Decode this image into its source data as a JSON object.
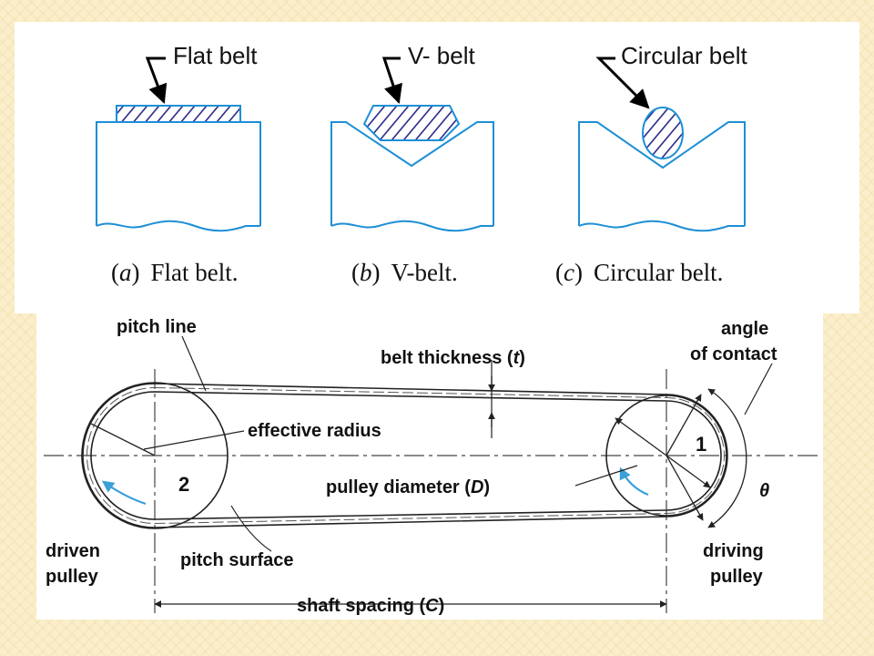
{
  "top_figure": {
    "callouts": {
      "flat": "Flat belt",
      "v": "V- belt",
      "circular": "Circular belt"
    },
    "captions": {
      "a": {
        "open": "(",
        "letter": "a",
        "close": ")",
        "text": "Flat belt."
      },
      "b": {
        "open": "(",
        "letter": "b",
        "close": ")",
        "text": "V-belt."
      },
      "c": {
        "open": "(",
        "letter": "c",
        "close": ")",
        "text": "Circular belt."
      }
    },
    "colors": {
      "outline": "#1e8fd6",
      "hatch": "#2a2a8a",
      "arrow": "#000000"
    }
  },
  "bottom_figure": {
    "labels": {
      "pitch_line": "pitch line",
      "belt_thickness_prefix": "belt thickness (",
      "belt_thickness_symbol": "t",
      "belt_thickness_suffix": ")",
      "effective_radius": "effective radius",
      "pulley_diameter_prefix": "pulley diameter (",
      "pulley_diameter_symbol": "D",
      "pulley_diameter_suffix": ")",
      "angle_of_contact_line1": "angle",
      "angle_of_contact_line2": "of contact",
      "theta": "θ",
      "pulley_number_driven": "2",
      "pulley_number_driving": "1",
      "driven_line1": "driven",
      "driven_line2": "pulley",
      "driving_line1": "driving",
      "driving_line2": "pulley",
      "pitch_surface": "pitch surface",
      "shaft_spacing_prefix": "shaft spacing (",
      "shaft_spacing_symbol": "C",
      "shaft_spacing_suffix": ")"
    },
    "colors": {
      "rotation_arrow": "#3aa0d8",
      "lines": "#222222"
    }
  }
}
